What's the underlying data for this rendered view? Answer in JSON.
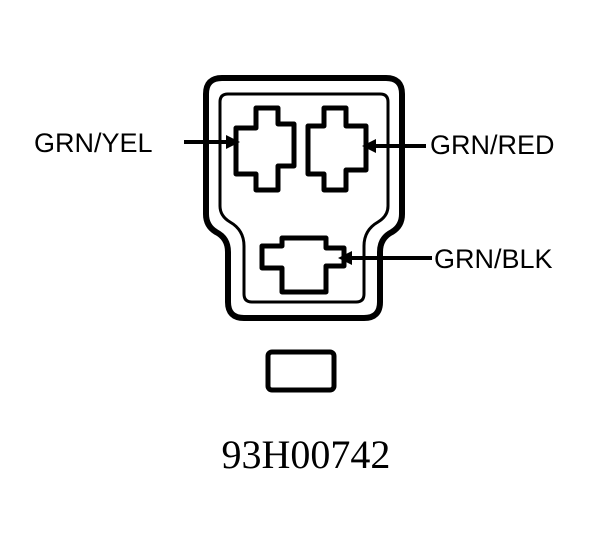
{
  "connector": {
    "wires": [
      {
        "id": "top-left",
        "label": "GRN/YEL"
      },
      {
        "id": "top-right",
        "label": "GRN/RED"
      },
      {
        "id": "bottom",
        "label": "GRN/BLK"
      }
    ]
  },
  "figure_id": "93H00742",
  "colors": {
    "ink": "#000000",
    "background": "#ffffff"
  }
}
